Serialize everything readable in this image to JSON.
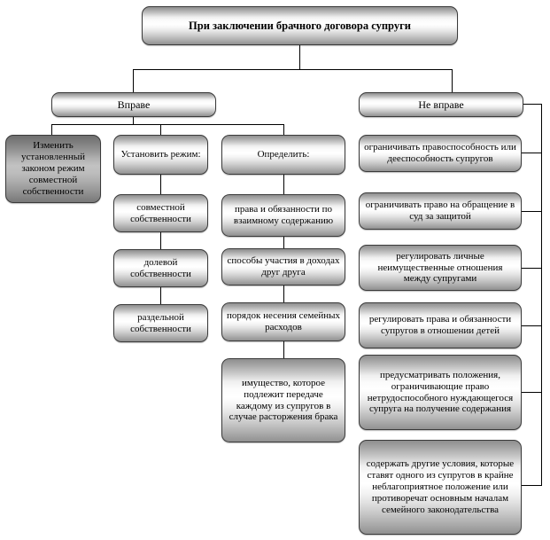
{
  "diagram": {
    "title": "При заключении брачного договора супруги",
    "root": {
      "label": "При заключении брачного договора супруги"
    },
    "branches": {
      "left": {
        "label": "Вправе"
      },
      "right": {
        "label": "Не вправе"
      }
    },
    "columns": {
      "change_regime": [
        {
          "label": "Изменить установленный законом режим совместной собственности"
        }
      ],
      "establish_regime": [
        {
          "label": "Установить режим:"
        },
        {
          "label": "совместной собственности"
        },
        {
          "label": "долевой собственности"
        },
        {
          "label": "раздельной собственности"
        }
      ],
      "define": [
        {
          "label": "Определить:"
        },
        {
          "label": "права и обязанности по взаимному содержанию"
        },
        {
          "label": "способы участия в доходах друг друга"
        },
        {
          "label": "порядок несения семейных расходов"
        },
        {
          "label": "имущество, которое подлежит передаче каждому из супругов в случае расторжения брака"
        }
      ],
      "not_entitled": [
        {
          "label": "ограничивать правоспособность или дееспособность супругов"
        },
        {
          "label": "ограничивать право на обращение в суд за защитой"
        },
        {
          "label": "регулировать личные неимущественные отношения между супругами"
        },
        {
          "label": "регулировать права и обязанности супругов в отношении детей"
        },
        {
          "label": "предусматривать положения, ограничивающие право нетрудоспособного нуждающегося супруга на получение содержания"
        },
        {
          "label": "содержать другие условия, которые ставят одного из супругов в крайне неблагоприятное положение или противоречат основным началам семейного законодательства"
        }
      ]
    },
    "colors": {
      "border": "#3a3a3a",
      "connector": "#000000",
      "text": "#000000",
      "background": "#ffffff"
    }
  }
}
